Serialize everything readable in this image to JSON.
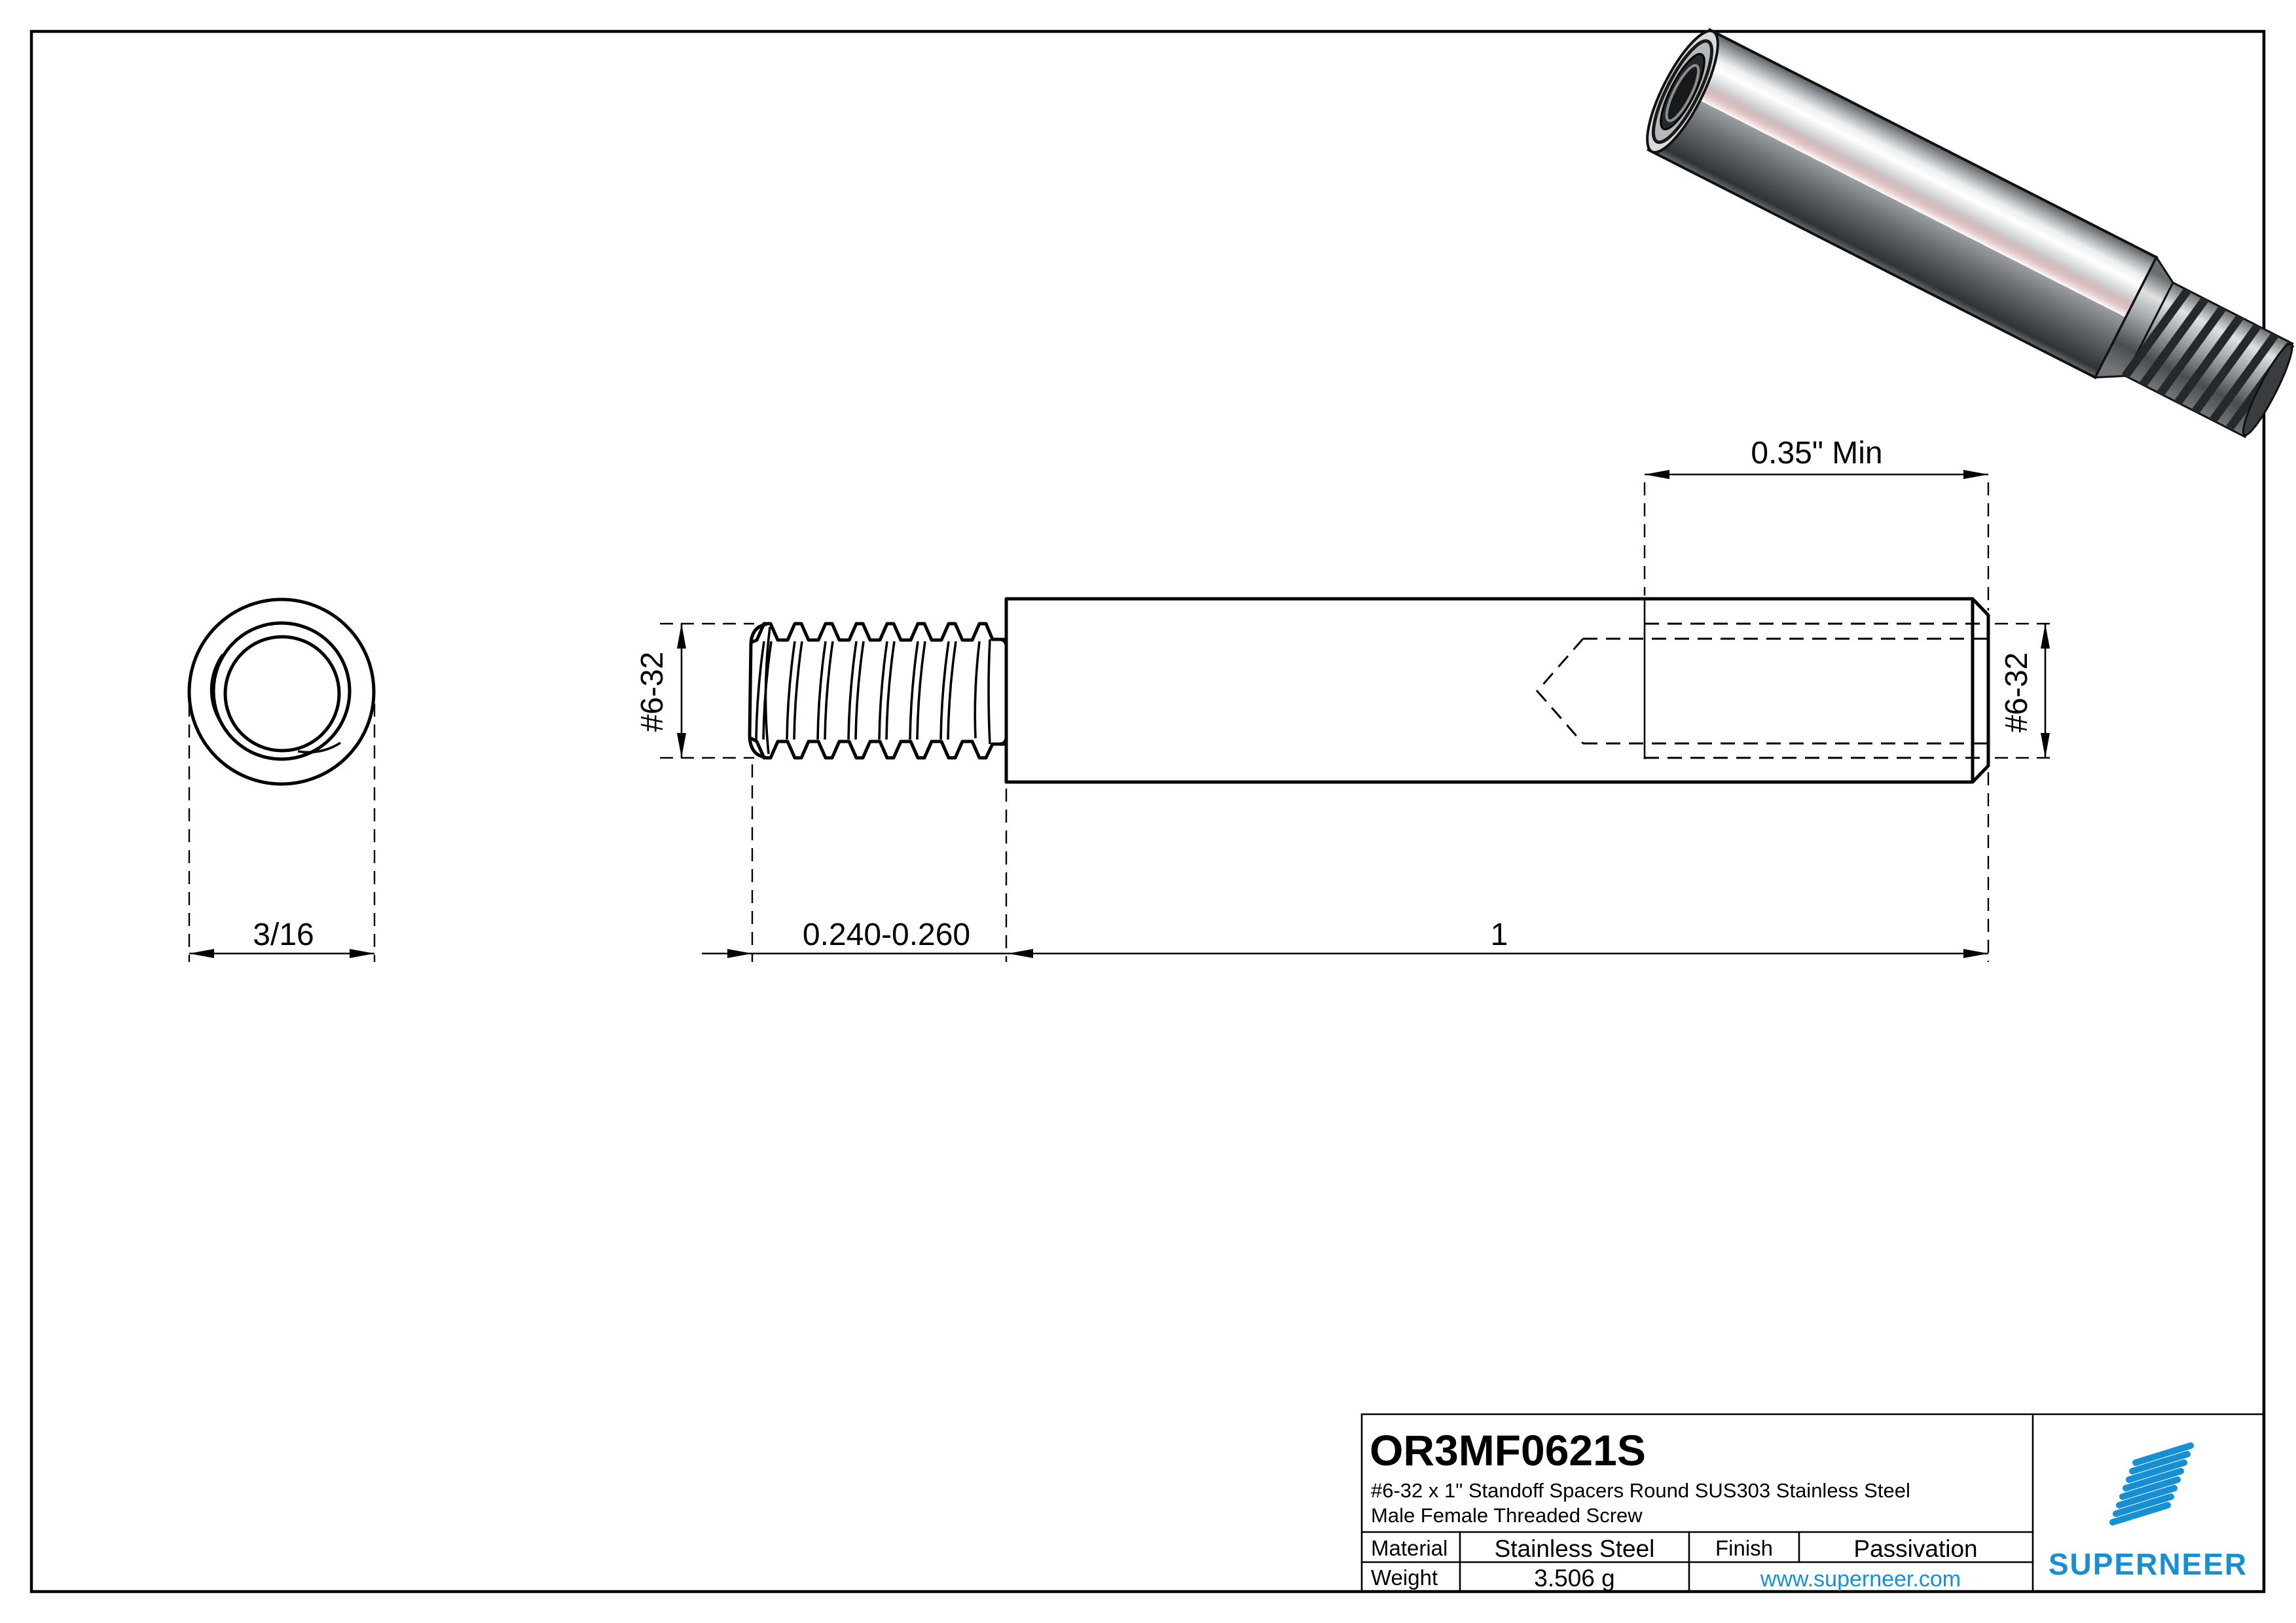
{
  "page": {
    "background": "#ffffff",
    "line_color": "#000000"
  },
  "views": {
    "front_view": {
      "diameter_dim": "3/16"
    },
    "side_view": {
      "male_thread_dim": "#6-32",
      "female_thread_dim": "#6-32",
      "thread_depth_dim": "0.35\" Min",
      "male_thread_length_dim": "0.240-0.260",
      "body_length_dim": "1"
    }
  },
  "title_block": {
    "part_number": "OR3MF0621S",
    "description_line1": "#6-32 x 1\" Standoff Spacers Round SUS303 Stainless Steel",
    "description_line2": "Male Female Threaded Screw",
    "material_label": "Material",
    "material_value": "Stainless Steel",
    "finish_label": "Finish",
    "finish_value": "Passivation",
    "weight_label": "Weight",
    "weight_value": "3.506 g",
    "website": "www.superneer.com",
    "brand": "SUPERNEER",
    "brand_color": "#1690d2"
  }
}
